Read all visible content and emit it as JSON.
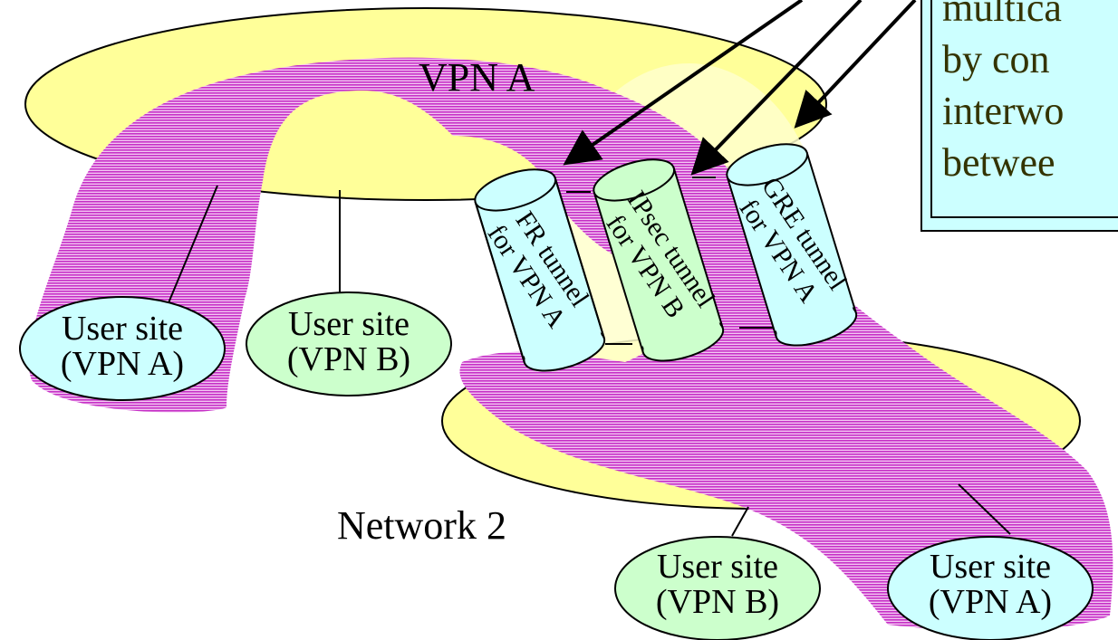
{
  "diagram": {
    "network1_label": "VPN A",
    "network2_label": "Network 2",
    "callout": {
      "lines": [
        "multica",
        "by con",
        "interwo",
        "betwee"
      ]
    },
    "tunnels": [
      {
        "line1": "FR tunnel",
        "line2": "for VPN A"
      },
      {
        "line1": "IPsec tunnel",
        "line2": "for VPN B"
      },
      {
        "line1": "GRE tunnel",
        "line2": "for VPN A"
      }
    ],
    "sites": [
      {
        "line1": "User site",
        "line2": "(VPN A)"
      },
      {
        "line1": "User site",
        "line2": "(VPN B)"
      },
      {
        "line1": "User site",
        "line2": "(VPN B)"
      },
      {
        "line1": "User site",
        "line2": "(VPN A)"
      }
    ]
  },
  "colors": {
    "network_fill": "#ffff99",
    "vpn_a_path": "#cc33cc",
    "vpn_a_site": "#ccffff",
    "vpn_b_site": "#ccffcc",
    "callout_fill": "#ccffff",
    "callout_text": "#333300"
  }
}
